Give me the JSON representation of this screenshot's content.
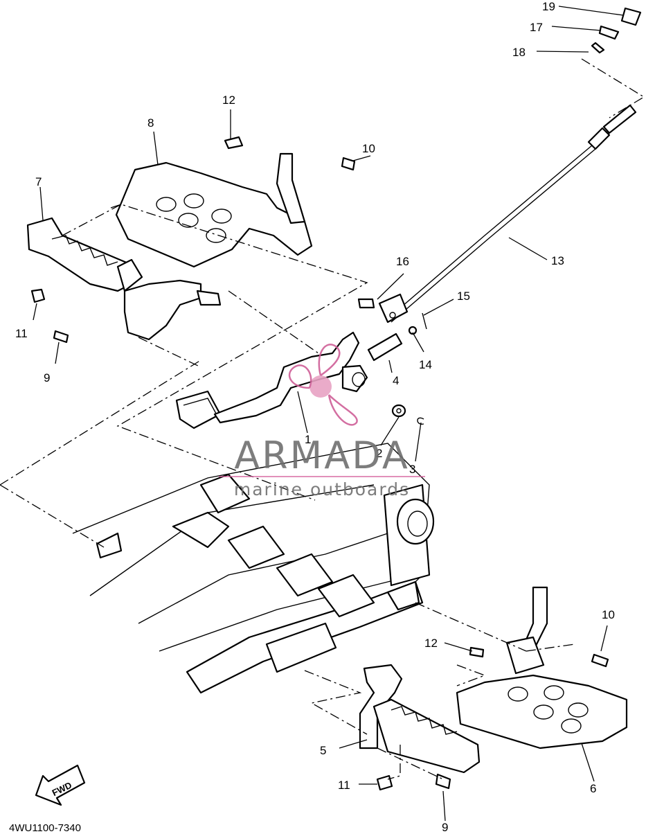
{
  "diagram": {
    "callouts": [
      "1",
      "2",
      "3",
      "4",
      "5",
      "6",
      "7",
      "8",
      "9",
      "9",
      "10",
      "10",
      "11",
      "11",
      "12",
      "12",
      "13",
      "14",
      "15",
      "16",
      "17",
      "18",
      "19"
    ],
    "fwd_label": "FWD",
    "figure_code": "4WU1100-7340"
  },
  "watermark": {
    "name": "ARMADA",
    "tagline": "marine outboards",
    "colors": {
      "logo": "#e8a3c4",
      "logo_dark": "#cf5f97",
      "text": "#6f6f6f",
      "rule": "#d35a9a"
    }
  }
}
